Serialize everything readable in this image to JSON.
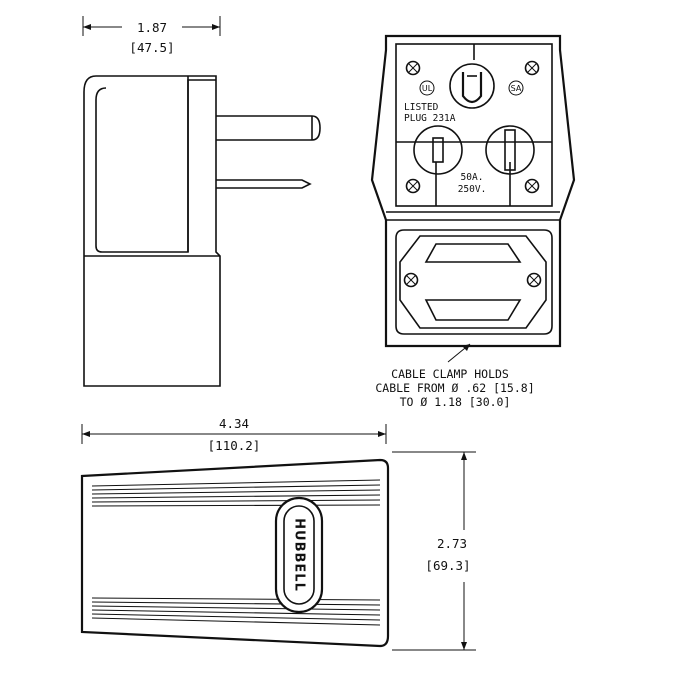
{
  "dimensions": {
    "width_in": "1.87",
    "width_mm": "[47.5]",
    "length_in": "4.34",
    "length_mm": "[110.2]",
    "height_in": "2.73",
    "height_mm": "[69.3]"
  },
  "face": {
    "listing_line1": "LISTED",
    "listing_line2": "PLUG 231A",
    "ul_mark": "UL",
    "csa_mark": "SA",
    "rating_line1": "50A.",
    "rating_line2": "250V."
  },
  "cable_clamp": {
    "line1": "CABLE CLAMP HOLDS",
    "line2": "CABLE FROM  Ø .62 [15.8]",
    "line3": "TO  Ø 1.18 [30.0]"
  },
  "brand": {
    "name": "HUBBELL"
  }
}
